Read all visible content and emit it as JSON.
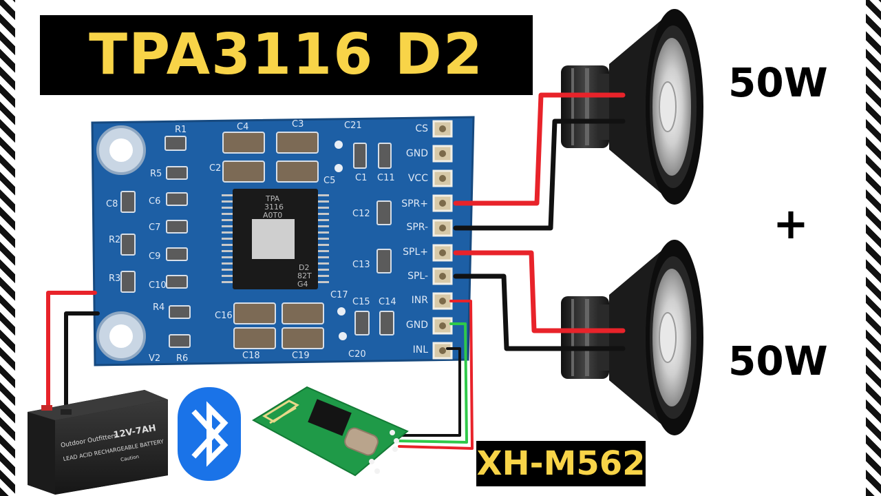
{
  "title": "TPA3116 D2",
  "speaker_top_power": "50W",
  "speaker_bottom_power": "50W",
  "plus": "+",
  "bluetooth_module_label": "XH-M562",
  "chip_marking": [
    "TPA",
    "3116",
    "A0T0",
    "D2",
    "82T",
    "G4"
  ],
  "battery": {
    "rating": "12V-7AH",
    "type": "LEAD ACID RECHARGEABLE BATTERY",
    "brand": "Outdoor Outfitters",
    "caution": "Caution"
  },
  "board_pins": [
    "CS",
    "GND",
    "VCC",
    "SPR+",
    "SPR-",
    "SPL+",
    "SPL-",
    "INR",
    "GND",
    "INL"
  ],
  "board_labels": {
    "resistors": [
      "R1",
      "R5",
      "R2",
      "R3",
      "R4",
      "R6"
    ],
    "capacitors": [
      "C4",
      "C3",
      "C21",
      "C2",
      "C5",
      "C1",
      "C11",
      "C8",
      "C6",
      "C7",
      "C9",
      "C10",
      "C12",
      "C13",
      "C15",
      "C14",
      "C16",
      "C17",
      "C18",
      "C19",
      "C20"
    ],
    "other": [
      "V2"
    ]
  },
  "colors": {
    "title_bg": "#000000",
    "title_text": "#f8d448",
    "pcb": "#1d5fa5",
    "wire_red": "#e8232a",
    "wire_black": "#111111",
    "wire_green": "#2fc94a",
    "bluetooth": "#1a73e8",
    "bt_board": "#1f9a48"
  },
  "icons": [
    "bluetooth-icon",
    "speaker",
    "lead-acid-battery",
    "bluetooth-audio-module",
    "amplifier-board"
  ]
}
